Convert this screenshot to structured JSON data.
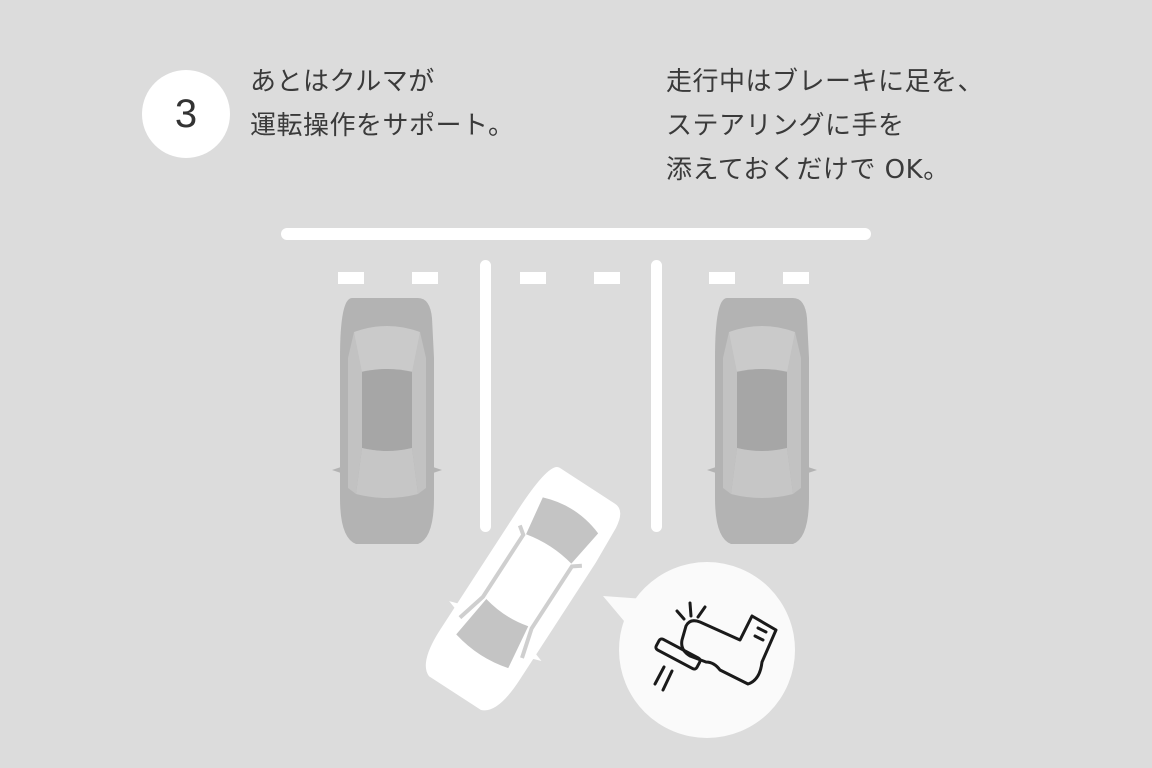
{
  "step": {
    "number": "3"
  },
  "caption_left": {
    "lines": [
      "あとはクルマが",
      "運転操作をサポート。"
    ]
  },
  "caption_right": {
    "lines": [
      "走行中はブレーキに足を、",
      "ステアリングに手を",
      "添えておくだけで OK。"
    ]
  },
  "illustration": {
    "background_color": "#dcdcdc",
    "line_color": "#ffffff",
    "parked_car_color": "#b3b3b3",
    "assisted_car_color": "#ffffff",
    "icon": "foot-on-brake-icon"
  }
}
